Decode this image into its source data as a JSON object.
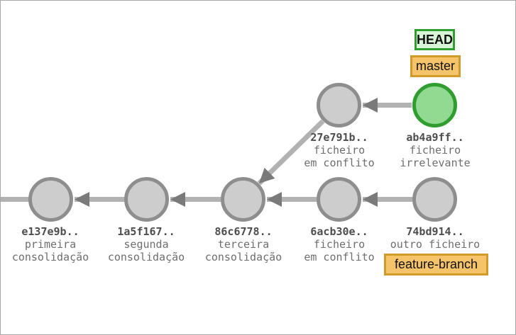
{
  "diagram": {
    "type": "git-commit-graph"
  },
  "labels": {
    "head": "HEAD",
    "master": "master",
    "feature_branch": "feature-branch"
  },
  "commits": [
    {
      "id": "e137e9b",
      "hash": "e137e9b..",
      "desc_line1": "primeira",
      "desc_line2": "consolidação",
      "state": "normal"
    },
    {
      "id": "1a5f167",
      "hash": "1a5f167..",
      "desc_line1": "segunda",
      "desc_line2": "consolidação",
      "state": "normal"
    },
    {
      "id": "86c6778",
      "hash": "86c6778..",
      "desc_line1": "terceira",
      "desc_line2": "consolidação",
      "state": "normal"
    },
    {
      "id": "6acb30e",
      "hash": "6acb30e..",
      "desc_line1": "ficheiro",
      "desc_line2": "em conflito",
      "state": "normal"
    },
    {
      "id": "74bd914",
      "hash": "74bd914..",
      "desc_line1": "outro ficheiro",
      "desc_line2": "",
      "state": "normal"
    },
    {
      "id": "27e791b",
      "hash": "27e791b..",
      "desc_line1": "ficheiro",
      "desc_line2": "em conflito",
      "state": "normal"
    },
    {
      "id": "ab4a9ff",
      "hash": "ab4a9ff..",
      "desc_line1": "ficheiro",
      "desc_line2": "irrelevante",
      "state": "head"
    }
  ],
  "edges": [
    {
      "from": "ab4a9ff",
      "to": "27e791b"
    },
    {
      "from": "27e791b",
      "to": "86c6778"
    },
    {
      "from": "74bd914",
      "to": "6acb30e"
    },
    {
      "from": "6acb30e",
      "to": "86c6778"
    },
    {
      "from": "86c6778",
      "to": "1a5f167"
    },
    {
      "from": "1a5f167",
      "to": "e137e9b"
    },
    {
      "from": "e137e9b",
      "to": "off-screen-left"
    }
  ],
  "tag_attachments": {
    "head": "ab4a9ff",
    "master": "ab4a9ff",
    "feature_branch": "74bd914"
  },
  "colors": {
    "commit_fill": "#cdcdcd",
    "commit_border": "#8e8e8e",
    "head_commit_fill": "#92da92",
    "head_commit_border": "#2f9e2f",
    "arrow_shaft": "#b2b2b2",
    "arrow_head": "#7a7a7a",
    "hash_text": "#4d4d4d",
    "desc_text": "#6e6e6e",
    "head_tag_bg": "#d8f5d8",
    "head_tag_border": "#2f9e2f",
    "branch_tag_bg": "#f5c369",
    "branch_tag_border": "#d09b2b",
    "canvas_border": "#a9a9a9"
  }
}
